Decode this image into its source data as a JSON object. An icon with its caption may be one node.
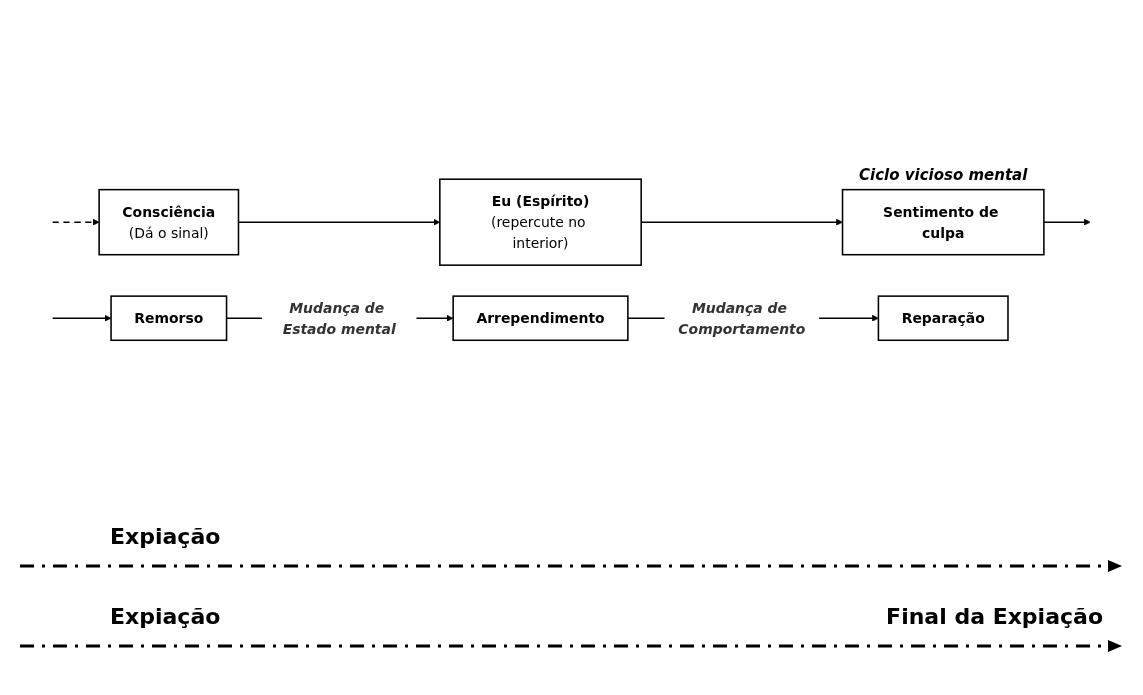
{
  "diagram": {
    "nodes": [
      {
        "text": [
          "Consciência",
          "(Dá o sinal)"
        ]
      },
      {
        "text": [
          "Eu (Espírito)",
          "(repercute no interior)"
        ]
      },
      {
        "text": [
          "Sentimento de culpa"
        ],
        "beside": [
          "Ciclo vicioso mental"
        ]
      },
      {
        "text": [
          "Remorso"
        ]
      },
      {
        "text": [
          "Arrependimento"
        ]
      },
      {
        "text": [
          "Reparação"
        ]
      }
    ],
    "edges": [
      {
        "from": null,
        "to": 0,
        "arrow": "to",
        "style": "dashed"
      },
      {
        "from": 0,
        "to": 1,
        "arrow": "to"
      },
      {
        "from": 1,
        "to": 2,
        "arrow": "to"
      },
      {
        "from": 2,
        "to": null,
        "arrow": "to"
      },
      {
        "from": null,
        "to": 3,
        "arrow": "to"
      },
      {
        "from": 3,
        "to": 4,
        "arrow": "to",
        "label": "Mudança de Estado mental"
      },
      {
        "from": 4,
        "to": 5,
        "arrow": "to",
        "label": "Mudança de Comportamento"
      }
    ],
    "labels": [
      "Expiação",
      "Expiação",
      "Final da Expiação"
    ]
  }
}
